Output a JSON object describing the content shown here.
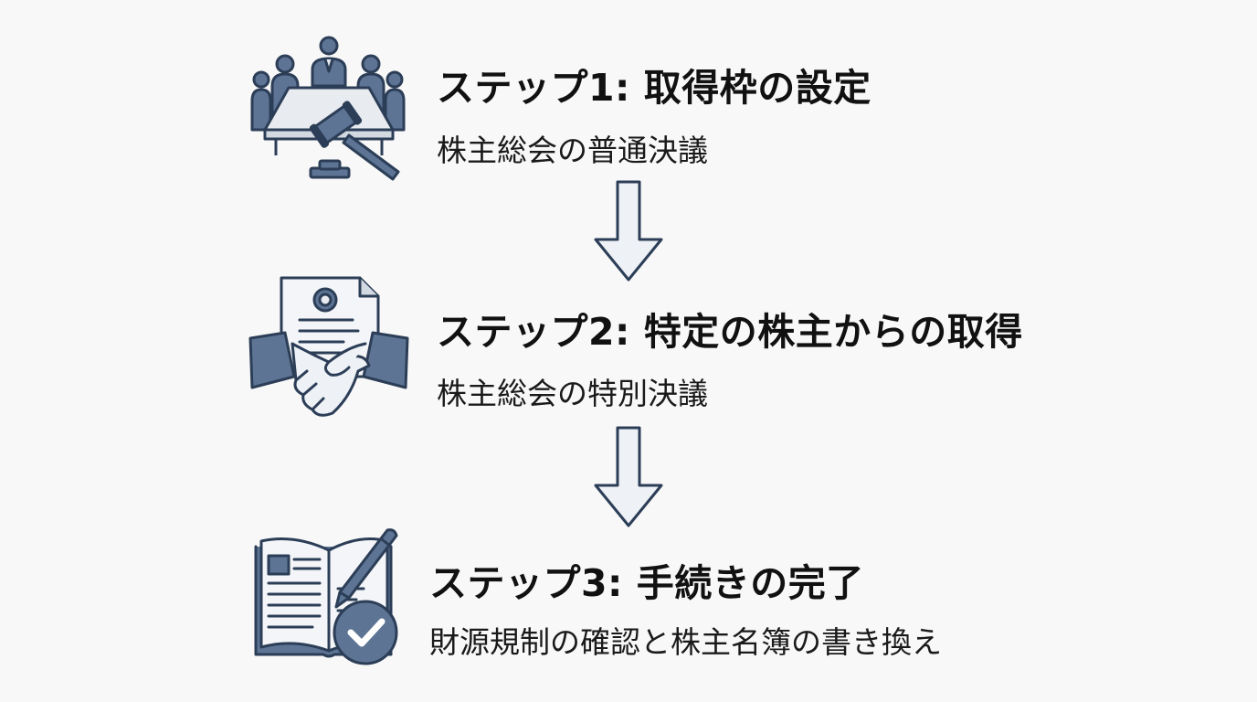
{
  "colors": {
    "icon_fill": "#5d7494",
    "icon_stroke": "#2c3e57",
    "icon_light": "#e8ebef",
    "arrow_fill": "#eef1f5",
    "arrow_stroke": "#2c3e57"
  },
  "steps": [
    {
      "title": "ステップ1: 取得枠の設定",
      "description": "株主総会の普通決議",
      "icon": "board-meeting-gavel-icon"
    },
    {
      "title": "ステップ2: 特定の株主からの取得",
      "description": "株主総会の特別決議",
      "icon": "contract-handshake-icon"
    },
    {
      "title": "ステップ3: 手続きの完了",
      "description": "財源規制の確認と株主名簿の書き換え",
      "icon": "ledger-pen-checkmark-icon"
    }
  ]
}
